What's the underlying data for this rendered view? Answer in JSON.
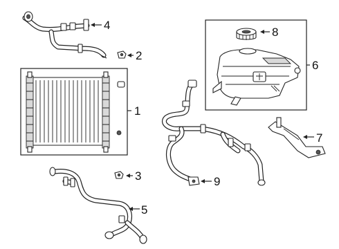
{
  "callouts": [
    {
      "id": "1",
      "label": "1",
      "part": "radiator"
    },
    {
      "id": "2",
      "label": "2",
      "part": "clip"
    },
    {
      "id": "3",
      "label": "3",
      "part": "clip"
    },
    {
      "id": "4",
      "label": "4",
      "part": "upper-radiator-hose"
    },
    {
      "id": "5",
      "label": "5",
      "part": "lower-radiator-hose"
    },
    {
      "id": "6",
      "label": "6",
      "part": "coolant-reservoir"
    },
    {
      "id": "7",
      "label": "7",
      "part": "reservoir-bracket"
    },
    {
      "id": "8",
      "label": "8",
      "part": "reservoir-cap"
    },
    {
      "id": "9",
      "label": "9",
      "part": "overflow-hose"
    }
  ],
  "colors": {
    "line": "#222222",
    "background": "#ffffff",
    "shade": "#d9d9d9"
  }
}
